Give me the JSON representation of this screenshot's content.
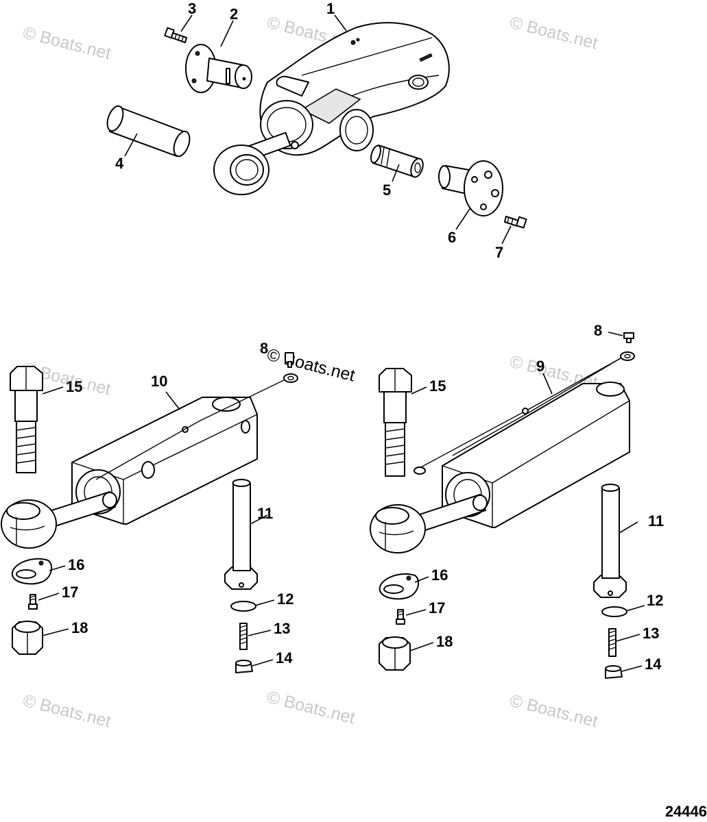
{
  "watermark_text": "© Boats.net",
  "figure_number": "24446",
  "callouts": {
    "c1": "1",
    "c2": "2",
    "c3": "3",
    "c4": "4",
    "c5": "5",
    "c6": "6",
    "c7": "7",
    "c8a": "8",
    "c8b": "8",
    "c9": "9",
    "c10": "10",
    "c11a": "11",
    "c11b": "11",
    "c12a": "12",
    "c12b": "12",
    "c13a": "13",
    "c13b": "13",
    "c14a": "14",
    "c14b": "14",
    "c15a": "15",
    "c15b": "15",
    "c16a": "16",
    "c16b": "16",
    "c17a": "17",
    "c17b": "17",
    "c18a": "18",
    "c18b": "18"
  }
}
